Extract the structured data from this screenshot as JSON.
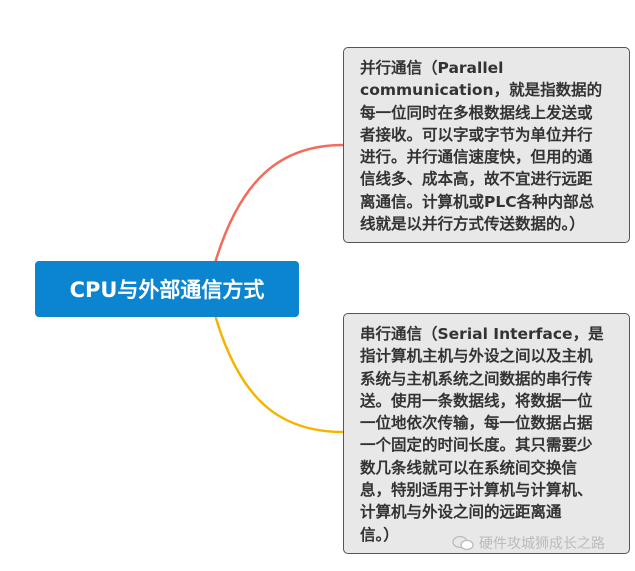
{
  "central": {
    "label": "CPU与外部通信方式",
    "color": "#0b85d0"
  },
  "branches": [
    {
      "color": "#f26b5b",
      "lines": [
        "并行通信（Parallel",
        "communication，就是指数据的",
        "每一位同时在多根数据线上发送或",
        "者接收。可以字或字节为单位并行",
        "进行。并行通信速度快，但用的通",
        "信线多、成本高，故不宜进行远距",
        "离通信。计算机或PLC各种内部总",
        "线就是以并行方式传送数据的。）"
      ]
    },
    {
      "color": "#f5b400",
      "lines": [
        "串行通信（Serial Interface，是",
        "指计算机主机与外设之间以及主机",
        "系统与主机系统之间数据的串行传",
        "送。使用一条数据线，将数据一位",
        "一位地依次传输，每一位数据占据",
        "一个固定的时间长度。其只需要少",
        "数几条线就可以在系统间交换信",
        "息，特别适用于计算机与计算机、",
        "计算机与外设之间的远距离通",
        "信。）"
      ]
    }
  ],
  "watermark": {
    "icon": "wechat-icon",
    "text": "硬件攻城狮成长之路"
  }
}
